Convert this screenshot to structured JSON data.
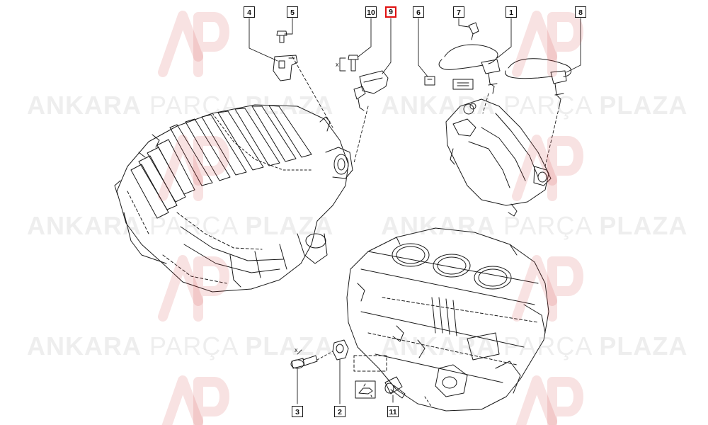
{
  "diagram": {
    "active_callout_color": "#e01010",
    "line_color": "#1a1a1a",
    "callouts": [
      {
        "id": "4",
        "active": false
      },
      {
        "id": "5",
        "active": false
      },
      {
        "id": "10",
        "active": false
      },
      {
        "id": "9",
        "active": true
      },
      {
        "id": "6",
        "active": false
      },
      {
        "id": "7",
        "active": false
      },
      {
        "id": "1",
        "active": false
      },
      {
        "id": "8",
        "active": false
      },
      {
        "id": "3",
        "active": false
      },
      {
        "id": "2",
        "active": false
      },
      {
        "id": "11",
        "active": false
      }
    ],
    "small_label": "x"
  },
  "watermark": {
    "word1": "ANKARA",
    "word2": "PARÇA",
    "word3": "PLAZA",
    "logo_icon": "ap-logo-icon",
    "color": "#969696"
  }
}
